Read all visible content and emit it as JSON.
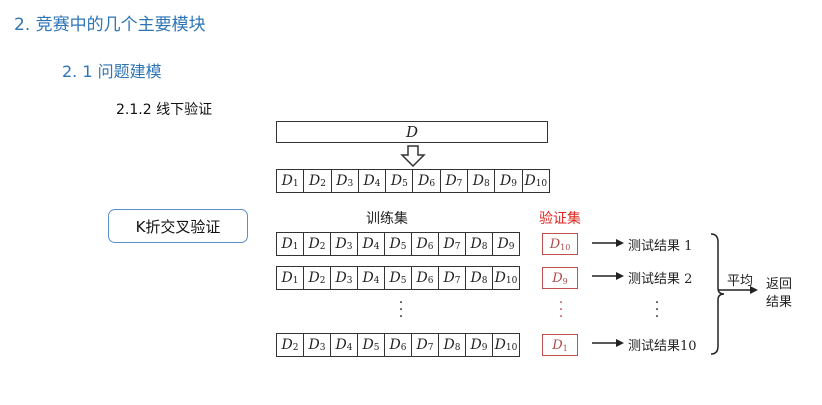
{
  "slide": {
    "heading1": "2. 竞赛中的几个主要模块",
    "heading2": "2. 1  问题建模",
    "heading3": "2.1.2 线下验证",
    "kfold_button": "K折交叉验证"
  },
  "diagram": {
    "dataset_label": "D",
    "split_row": [
      {
        "base": "D",
        "sub": "1"
      },
      {
        "base": "D",
        "sub": "2"
      },
      {
        "base": "D",
        "sub": "3"
      },
      {
        "base": "D",
        "sub": "4"
      },
      {
        "base": "D",
        "sub": "5"
      },
      {
        "base": "D",
        "sub": "6"
      },
      {
        "base": "D",
        "sub": "7"
      },
      {
        "base": "D",
        "sub": "8"
      },
      {
        "base": "D",
        "sub": "9"
      },
      {
        "base": "D",
        "sub": "10"
      }
    ],
    "train_label": "训练集",
    "val_label": "验证集",
    "folds": [
      {
        "train": [
          {
            "base": "D",
            "sub": "1"
          },
          {
            "base": "D",
            "sub": "2"
          },
          {
            "base": "D",
            "sub": "3"
          },
          {
            "base": "D",
            "sub": "4"
          },
          {
            "base": "D",
            "sub": "5"
          },
          {
            "base": "D",
            "sub": "6"
          },
          {
            "base": "D",
            "sub": "7"
          },
          {
            "base": "D",
            "sub": "8"
          },
          {
            "base": "D",
            "sub": "9"
          }
        ],
        "val": {
          "base": "D",
          "sub": "10"
        },
        "result": "测试结果 1"
      },
      {
        "train": [
          {
            "base": "D",
            "sub": "1"
          },
          {
            "base": "D",
            "sub": "2"
          },
          {
            "base": "D",
            "sub": "3"
          },
          {
            "base": "D",
            "sub": "4"
          },
          {
            "base": "D",
            "sub": "5"
          },
          {
            "base": "D",
            "sub": "6"
          },
          {
            "base": "D",
            "sub": "7"
          },
          {
            "base": "D",
            "sub": "8"
          },
          {
            "base": "D",
            "sub": "10"
          }
        ],
        "val": {
          "base": "D",
          "sub": "9"
        },
        "result": "测试结果 2"
      },
      {
        "train": [
          {
            "base": "D",
            "sub": "2"
          },
          {
            "base": "D",
            "sub": "3"
          },
          {
            "base": "D",
            "sub": "4"
          },
          {
            "base": "D",
            "sub": "5"
          },
          {
            "base": "D",
            "sub": "6"
          },
          {
            "base": "D",
            "sub": "7"
          },
          {
            "base": "D",
            "sub": "8"
          },
          {
            "base": "D",
            "sub": "9"
          },
          {
            "base": "D",
            "sub": "10"
          }
        ],
        "val": {
          "base": "D",
          "sub": "1"
        },
        "result": "测试结果10"
      }
    ],
    "ellipsis": "⋮",
    "average_label": "平均",
    "return_label": "返回结果"
  },
  "colors": {
    "heading_blue": "#2e75b6",
    "val_red": "#e0261f",
    "val_box_red": "#c0504d",
    "button_border": "#5b8fc9"
  }
}
